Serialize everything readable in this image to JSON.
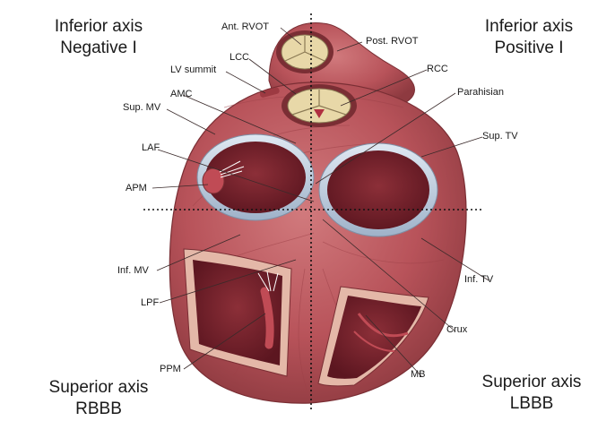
{
  "quadrants": {
    "top_left": {
      "line1": "Inferior axis",
      "line2": "Negative I"
    },
    "top_right": {
      "line1": "Inferior axis",
      "line2": "Positive I"
    },
    "bottom_left": {
      "line1": "Superior axis",
      "line2": "RBBB"
    },
    "bottom_right": {
      "line1": "Superior axis",
      "line2": "LBBB"
    }
  },
  "labels": {
    "ant_rvot": "Ant. RVOT",
    "post_rvot": "Post. RVOT",
    "lcc": "LCC",
    "rcc": "RCC",
    "lv_summit": "LV summit",
    "amc": "AMC",
    "parahisian": "Parahisian",
    "sup_mv": "Sup. MV",
    "sup_tv": "Sup. TV",
    "laf": "LAF",
    "apm": "APM",
    "inf_mv": "Inf. MV",
    "inf_tv": "Inf. TV",
    "lpf": "LPF",
    "crux": "Crux",
    "ppm": "PPM",
    "mb": "MB"
  },
  "colors": {
    "muscle": "#b8535a",
    "muscle_dark": "#8e3a40",
    "cavity": "#6e1d27",
    "annulus": "#b9c9dc",
    "valve": "#e8d8a8",
    "line": "#3a2a2a"
  }
}
